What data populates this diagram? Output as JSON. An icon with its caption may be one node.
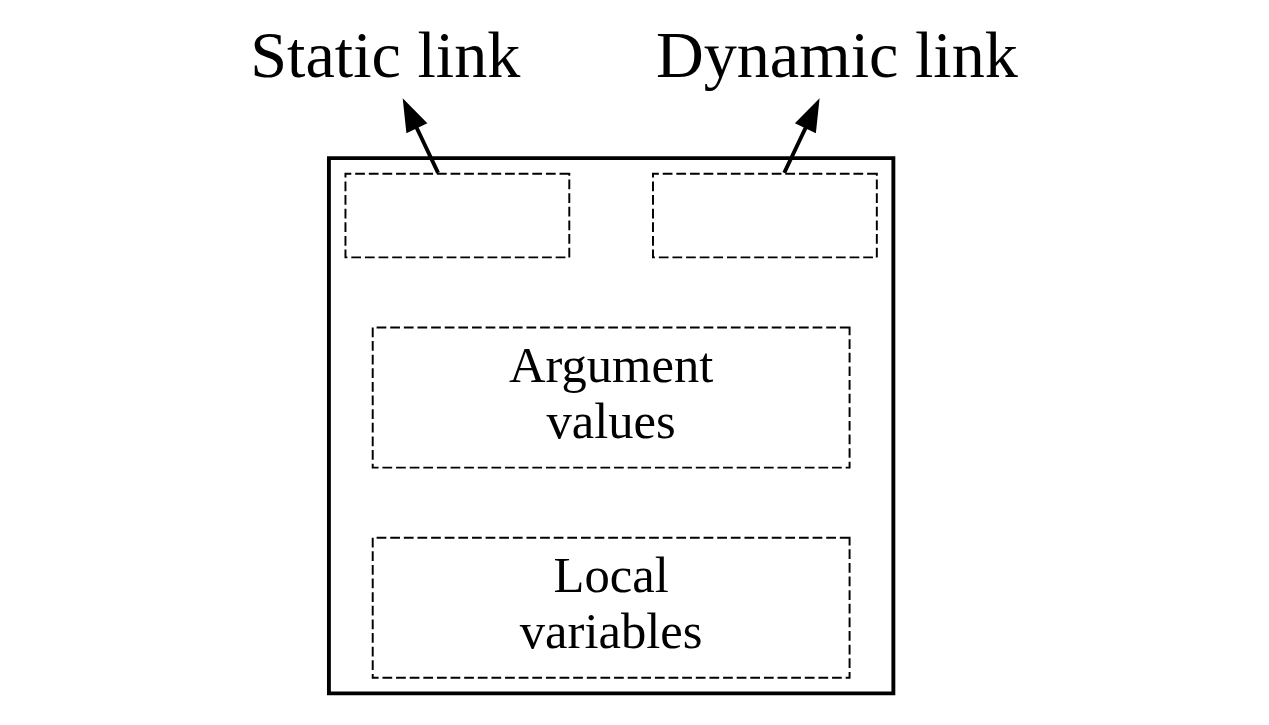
{
  "diagram": {
    "nodes": [
      {
        "text": [
          "Static link"
        ]
      },
      {
        "text": [
          "Dynamic link"
        ]
      },
      {
        "text": [],
        "shape": "box"
      },
      {
        "text": [],
        "shape": "box",
        "in": 2
      },
      {
        "text": [],
        "shape": "box",
        "in": 2
      },
      {
        "text": [
          "Argument values"
        ],
        "in": 2
      },
      {
        "text": [
          "Local variables"
        ],
        "in": 2
      }
    ],
    "edges": [
      {
        "from": 3,
        "to": 0,
        "arrow": "to"
      },
      {
        "from": 4,
        "to": 1,
        "arrow": "to"
      }
    ]
  }
}
